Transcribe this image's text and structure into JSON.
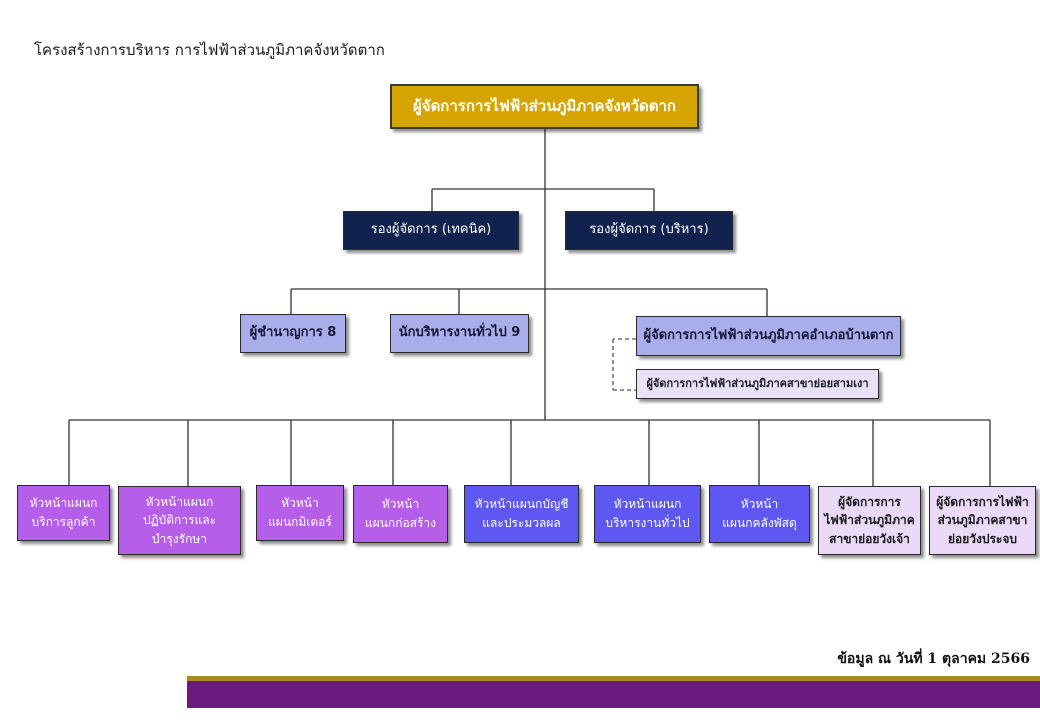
{
  "page_title": "โครงสร้างการบริหาร การไฟฟ้าส่วนภูมิภาคจังหวัดตาก",
  "top": {
    "label": "ผู้จัดการการไฟฟ้าส่วนภูมิภาคจังหวัดตาก"
  },
  "deputies": {
    "technical": "รองผู้จัดการ (เทคนิค)",
    "admin": "รองผู้จัดการ (บริหาร)"
  },
  "level3": {
    "specialist": "ผู้ชำนาญการ 8",
    "officer": "นักบริหารงานทั่วไป 9",
    "district_manager": "ผู้จัดการการไฟฟ้าส่วนภูมิภาคอำเภอบ้านตาก",
    "sub_branch": "ผู้จัดการการไฟฟ้าส่วนภูมิภาคสาขาย่อยสามเงา"
  },
  "departments": [
    {
      "lines": [
        "หัวหน้าแผนก",
        "บริการลูกค้า"
      ]
    },
    {
      "lines": [
        "หัวหน้าแผนก",
        "ปฏิบัติการและ",
        "บำรุงรักษา"
      ]
    },
    {
      "lines": [
        "หัวหน้า",
        "แผนกมิเตอร์"
      ]
    },
    {
      "lines": [
        "หัวหน้า",
        "แผนกก่อสร้าง"
      ]
    },
    {
      "lines": [
        "หัวหน้าแผนกบัญชี",
        "และประมวลผล"
      ]
    },
    {
      "lines": [
        "หัวหน้าแผนก",
        "บริหารงานทั่วไป"
      ]
    },
    {
      "lines": [
        "หัวหน้า",
        "แผนกคลังพัสดุ"
      ]
    },
    {
      "lines": [
        "ผู้จัดการการ",
        "ไฟฟ้าส่วนภูมิภาค",
        "สาขาย่อยวังเจ้า"
      ]
    },
    {
      "lines": [
        "ผู้จัดการการไฟฟ้า",
        "ส่วนภูมิภาคสาขา",
        "ย่อยวังประจบ"
      ]
    }
  ],
  "footnote": "ข้อมูล ณ วันที่ 1 ตุลาคม 2566",
  "colors": {
    "gold": "#d6a400",
    "navy": "#12224e",
    "lavender": "#a9aeea",
    "violet": "#b55ee9",
    "blue": "#5e57f2",
    "pale": "#ead9f7",
    "band": "#6b1a80"
  }
}
